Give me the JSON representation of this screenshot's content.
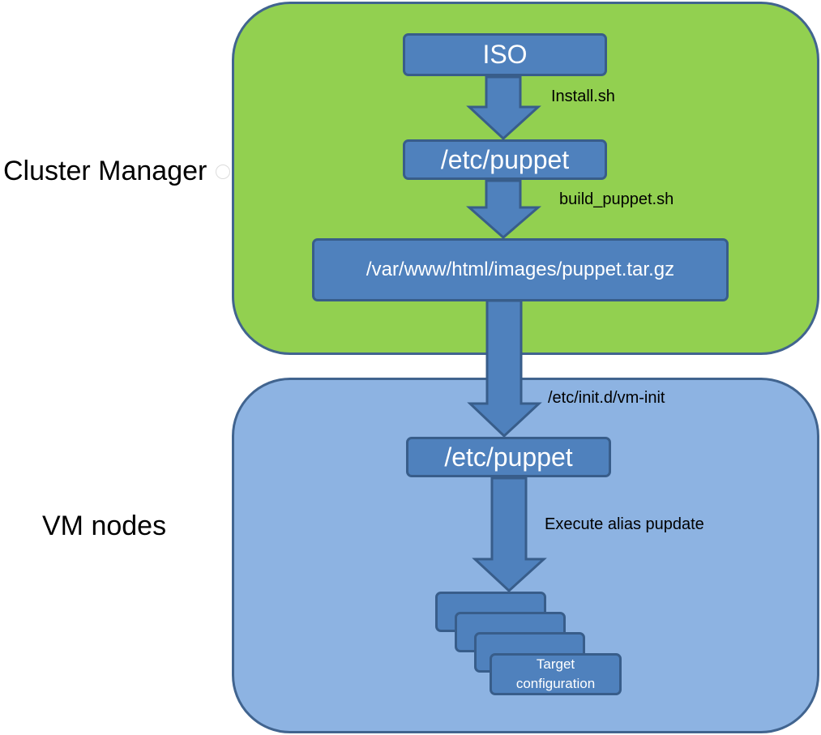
{
  "regions": {
    "cluster_manager": {
      "label": "Cluster Manager",
      "fill": "#92d050"
    },
    "vm_nodes": {
      "label": "VM nodes",
      "fill": "#8db3e2"
    }
  },
  "nodes": {
    "iso": "ISO",
    "etc_puppet_manager": "/etc/puppet",
    "tarball": "/var/www/html/images/puppet.tar.gz",
    "etc_puppet_vm": "/etc/puppet",
    "target_line1": "Target",
    "target_line2": "configuration"
  },
  "edges": {
    "iso_to_puppet": "Install.sh",
    "puppet_to_tarball": "build_puppet.sh",
    "tarball_to_vm": "/etc/init.d/vm-init",
    "vm_to_targets": "Execute alias pupdate"
  },
  "colors": {
    "box_fill": "#4f81bd",
    "box_border": "#385d8a",
    "region_border": "#41648f"
  }
}
